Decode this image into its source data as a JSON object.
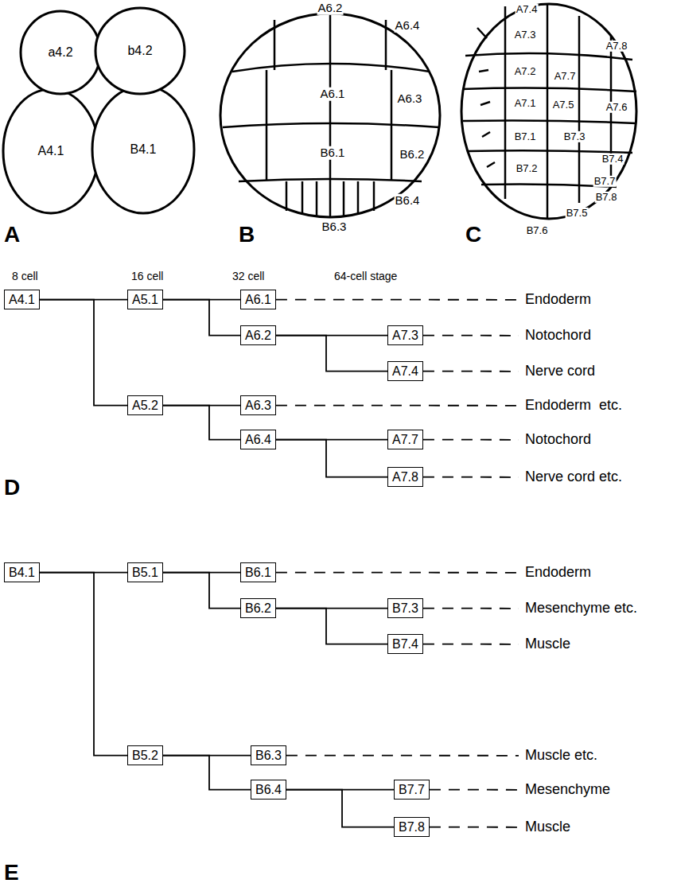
{
  "diagram": {
    "nodes": [
      {
        "text": [
          "A4.1"
        ]
      },
      {
        "text": [
          "A5.1"
        ]
      },
      {
        "text": [
          "A6.1"
        ]
      },
      {
        "text": [
          "Endoderm"
        ]
      },
      {
        "text": [
          "A6.2"
        ]
      },
      {
        "text": [
          "A7.3"
        ]
      },
      {
        "text": [
          "Notochord"
        ]
      },
      {
        "text": [
          "A7.4"
        ]
      },
      {
        "text": [
          "Nerve cord"
        ]
      },
      {
        "text": [
          "A5.2"
        ]
      },
      {
        "text": [
          "A6.3"
        ]
      },
      {
        "text": [
          "Endoderm  etc."
        ]
      },
      {
        "text": [
          "A6.4"
        ]
      },
      {
        "text": [
          "A7.7"
        ]
      },
      {
        "text": [
          "Notochord"
        ]
      },
      {
        "text": [
          "A7.8"
        ]
      },
      {
        "text": [
          "Nerve cord etc."
        ]
      },
      {
        "text": [
          "B4.1"
        ]
      },
      {
        "text": [
          "B5.1"
        ]
      },
      {
        "text": [
          "B6.1"
        ]
      },
      {
        "text": [
          "Endoderm"
        ]
      },
      {
        "text": [
          "B6.2"
        ]
      },
      {
        "text": [
          "B7.3"
        ]
      },
      {
        "text": [
          "Mesenchyme etc."
        ]
      },
      {
        "text": [
          "B7.4"
        ]
      },
      {
        "text": [
          "Muscle"
        ]
      },
      {
        "text": [
          "B5.2"
        ]
      },
      {
        "text": [
          "B6.3"
        ]
      },
      {
        "text": [
          "Muscle etc."
        ]
      },
      {
        "text": [
          "B6.4"
        ]
      },
      {
        "text": [
          "B7.7"
        ]
      },
      {
        "text": [
          "Mesenchyme"
        ]
      },
      {
        "text": [
          "B7.8"
        ]
      },
      {
        "text": [
          "Muscle"
        ]
      }
    ],
    "edges": [
      {
        "from": 0,
        "to": 1,
        "arrow": "none"
      },
      {
        "from": 0,
        "to": 9,
        "arrow": "none"
      },
      {
        "from": 1,
        "to": 2,
        "arrow": "none"
      },
      {
        "from": 1,
        "to": 4,
        "arrow": "none"
      },
      {
        "from": 2,
        "to": 3,
        "arrow": "none"
      },
      {
        "from": 4,
        "to": 5,
        "arrow": "none"
      },
      {
        "from": 4,
        "to": 7,
        "arrow": "none"
      },
      {
        "from": 5,
        "to": 6,
        "arrow": "none"
      },
      {
        "from": 7,
        "to": 8,
        "arrow": "none"
      },
      {
        "from": 9,
        "to": 10,
        "arrow": "none"
      },
      {
        "from": 9,
        "to": 12,
        "arrow": "none"
      },
      {
        "from": 10,
        "to": 11,
        "arrow": "none"
      },
      {
        "from": 12,
        "to": 13,
        "arrow": "none"
      },
      {
        "from": 12,
        "to": 15,
        "arrow": "none"
      },
      {
        "from": 13,
        "to": 14,
        "arrow": "none"
      },
      {
        "from": 15,
        "to": 16,
        "arrow": "none"
      },
      {
        "from": 17,
        "to": 18,
        "arrow": "none"
      },
      {
        "from": 17,
        "to": 26,
        "arrow": "none"
      },
      {
        "from": 18,
        "to": 19,
        "arrow": "none"
      },
      {
        "from": 18,
        "to": 21,
        "arrow": "none"
      },
      {
        "from": 19,
        "to": 20,
        "arrow": "none"
      },
      {
        "from": 21,
        "to": 22,
        "arrow": "none"
      },
      {
        "from": 21,
        "to": 24,
        "arrow": "none"
      },
      {
        "from": 22,
        "to": 23,
        "arrow": "none"
      },
      {
        "from": 24,
        "to": 25,
        "arrow": "none"
      },
      {
        "from": 26,
        "to": 27,
        "arrow": "none"
      },
      {
        "from": 26,
        "to": 29,
        "arrow": "none"
      },
      {
        "from": 27,
        "to": 28,
        "arrow": "none"
      },
      {
        "from": 29,
        "to": 30,
        "arrow": "none"
      },
      {
        "from": 29,
        "to": 32,
        "arrow": "none"
      },
      {
        "from": 30,
        "to": 31,
        "arrow": "none"
      },
      {
        "from": 32,
        "to": 33,
        "arrow": "none"
      }
    ],
    "labels": [
      "a4.2",
      "b4.2",
      "A4.1",
      "B4.1",
      "A6.2",
      "A6.4",
      "A6.1",
      "A6.3",
      "B6.1",
      "B6.2",
      "B6.4",
      "B6.3",
      "A7.4",
      "A7.3",
      "A7.8",
      "A7.2",
      "A7.7",
      "A7.1",
      "A7.5",
      "A7.6",
      "B7.1",
      "B7.3",
      "B7.4",
      "B7.2",
      "B7.7",
      "B7.8",
      "B7.6",
      "B7.5",
      "A",
      "B",
      "C",
      "8 cell",
      "16 cell",
      "32 cell",
      "64-cell stage",
      "D",
      "E"
    ]
  }
}
